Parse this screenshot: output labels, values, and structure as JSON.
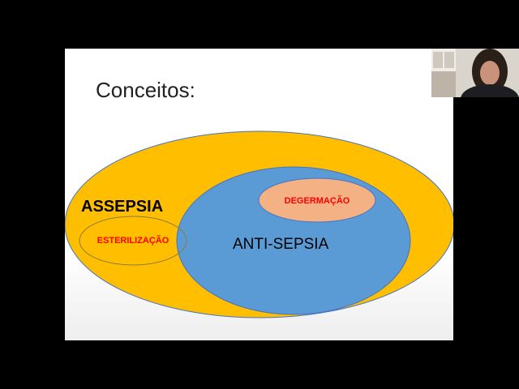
{
  "slide": {
    "title": "Conceitos:"
  },
  "diagram": {
    "outer_label": "ASSEPSIA",
    "inner_label": "ANTI-SEPSIA",
    "small_top_label": "DEGERMAÇÃO",
    "small_left_label": "ESTERILIZAÇÃO",
    "colors": {
      "outer_fill": "#FFBF00",
      "inner_fill": "#5B9BD5",
      "small_top_fill": "#F4B183",
      "outline": "#4472C4",
      "red_text": "#FF0000",
      "dark_text": "#000000"
    }
  },
  "webcam": {
    "icon": "person-video-icon"
  }
}
